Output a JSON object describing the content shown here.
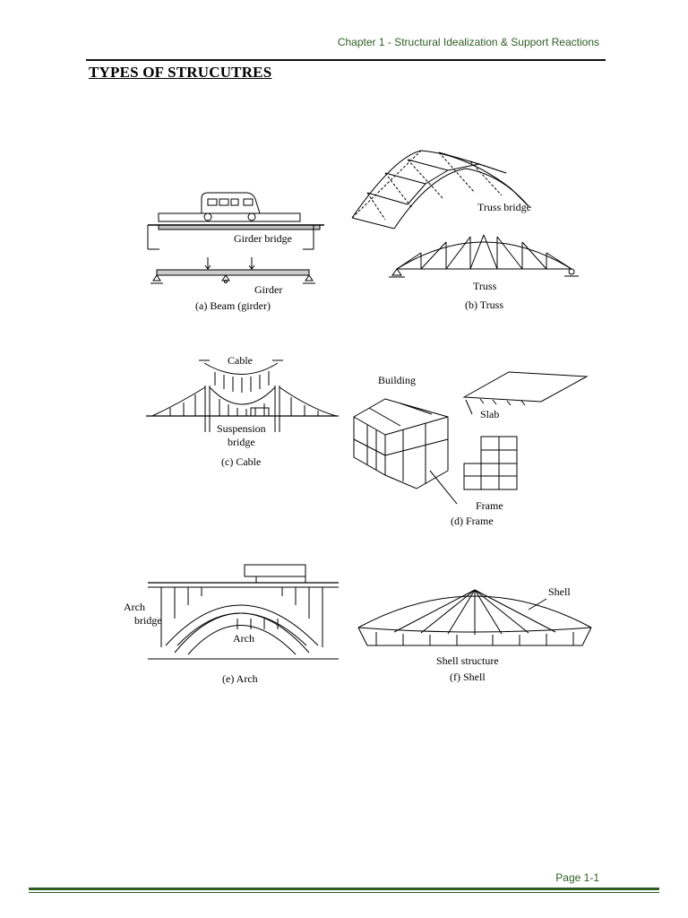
{
  "header": {
    "chapter": "Chapter 1 - Structural Idealization & Support Reactions"
  },
  "title": "TYPES OF STRUCUTRES",
  "figures": {
    "beam": {
      "girder_bridge": "Girder bridge",
      "girder": "Girder",
      "caption": "(a) Beam (girder)"
    },
    "truss": {
      "truss_bridge": "Truss bridge",
      "truss": "Truss",
      "caption": "(b) Truss"
    },
    "cable": {
      "cable": "Cable",
      "suspension": "Suspension",
      "bridge": "bridge",
      "caption": "(c) Cable"
    },
    "frame": {
      "building": "Building",
      "slab": "Slab",
      "frame": "Frame",
      "caption": "(d) Frame"
    },
    "arch": {
      "arch_line1": "Arch",
      "arch_line2": "bridge",
      "arch": "Arch",
      "caption": "(e) Arch"
    },
    "shell": {
      "shell": "Shell",
      "shell_structure": "Shell structure",
      "caption": "(f) Shell"
    }
  },
  "footer": {
    "page": "Page 1-1"
  }
}
